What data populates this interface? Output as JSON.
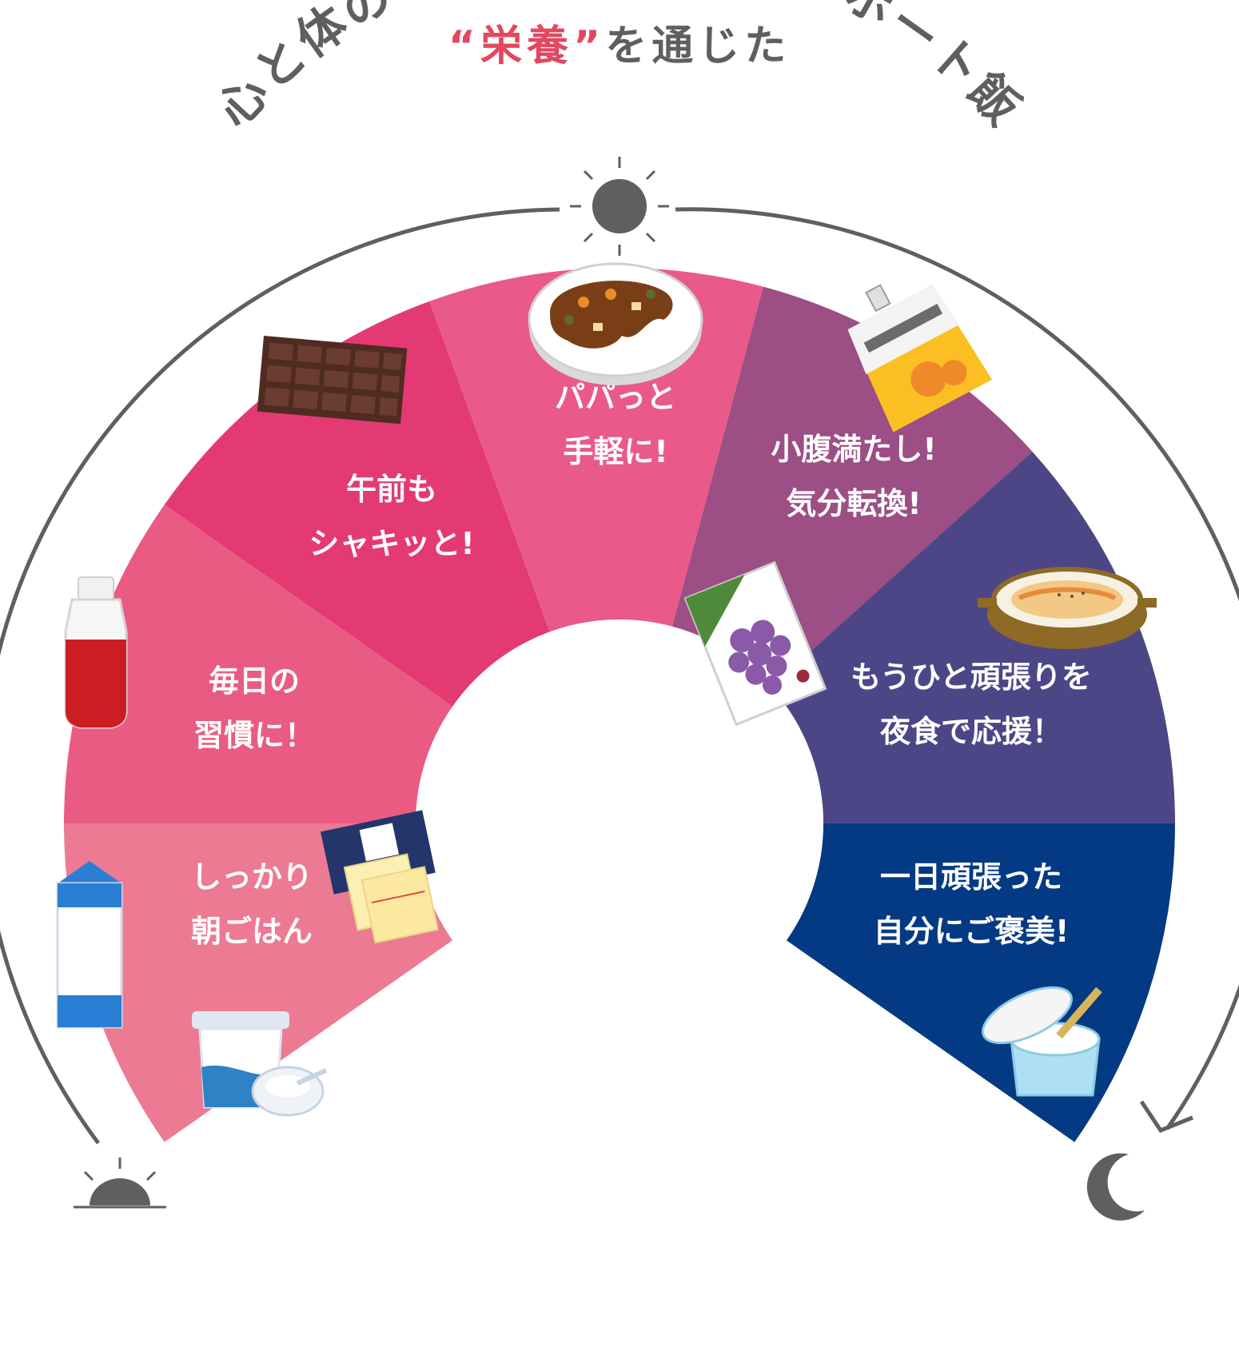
{
  "title": {
    "line1_quote_open": "“",
    "line1_accent": "栄養",
    "line1_quote_close": "”",
    "line1_rest": "を通じた",
    "line2": "心と体のいつでもどこでもサポート飯"
  },
  "segments": [
    {
      "id": "breakfast",
      "line1": "しっかり",
      "line2": "朝ごはん",
      "color": "#ec7a93"
    },
    {
      "id": "habit",
      "line1": "毎日の",
      "line2": "習慣に！",
      "color": "#e95b83"
    },
    {
      "id": "morning",
      "line1": "午前も",
      "line2": "シャキッと!",
      "color": "#e43a73"
    },
    {
      "id": "lunch",
      "line1": "パパっと",
      "line2": "手軽に!",
      "color": "#e95a88"
    },
    {
      "id": "snack",
      "line1": "小腹満たし!",
      "line2": "気分転換!",
      "color": "#9c4e85"
    },
    {
      "id": "night",
      "line1": "もうひと頑張りを",
      "line2": "夜食で応援！",
      "color": "#4d4686"
    },
    {
      "id": "reward",
      "line1": "一日頑張った",
      "line2": "自分にご褒美!",
      "color": "#043a83"
    }
  ],
  "icons": {
    "timeline": [
      "sunrise-icon",
      "sun-icon",
      "moon-icon",
      "arrow-icon"
    ],
    "foods": [
      "chocolate-bar-icon",
      "curry-plate-icon",
      "jelly-pouch-icon",
      "grape-juice-pack-icon",
      "gratin-dish-icon",
      "drink-bottle-icon",
      "milk-carton-icon",
      "cheese-bread-icon",
      "yogurt-cup-icon",
      "ice-cream-cup-icon"
    ]
  },
  "colors": {
    "title_text": "#5f5f5f",
    "title_accent": "#e2485f",
    "arc_line": "#5f5f5f"
  }
}
